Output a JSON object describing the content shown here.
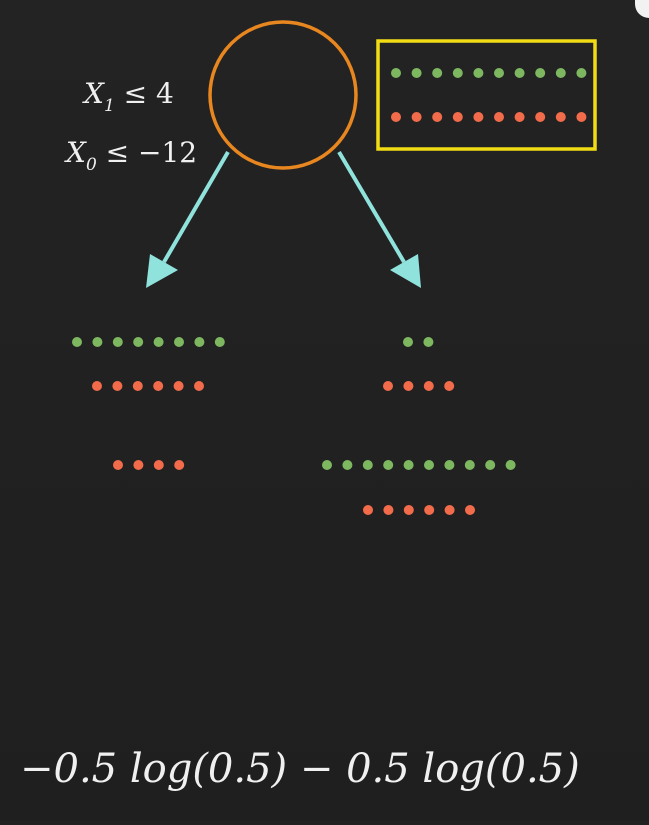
{
  "colors": {
    "background": "#222222",
    "node_stroke": "#e8861f",
    "arrow": "#8fe3dc",
    "highlight_box": "#f2dc14",
    "green_dot": "#7db860",
    "red_dot": "#f26b4a",
    "text": "#f0f0f0"
  },
  "labels": {
    "split_x1_var": "X",
    "split_x1_sub": "1",
    "split_x1_rest": " ≤ 4",
    "split_x0_var": "X",
    "split_x0_sub": "0",
    "split_x0_rest": " ≤ −12",
    "formula": "−0.5 log(0.5) − 0.5 log(0.5)"
  },
  "dot_rows": {
    "root_green": 10,
    "root_red": 10,
    "left_x1_green": 8,
    "left_x1_red": 6,
    "left_x0_red": 4,
    "right_x1_green": 2,
    "right_x1_red": 4,
    "right_x0_green": 10,
    "right_x0_red": 6
  }
}
